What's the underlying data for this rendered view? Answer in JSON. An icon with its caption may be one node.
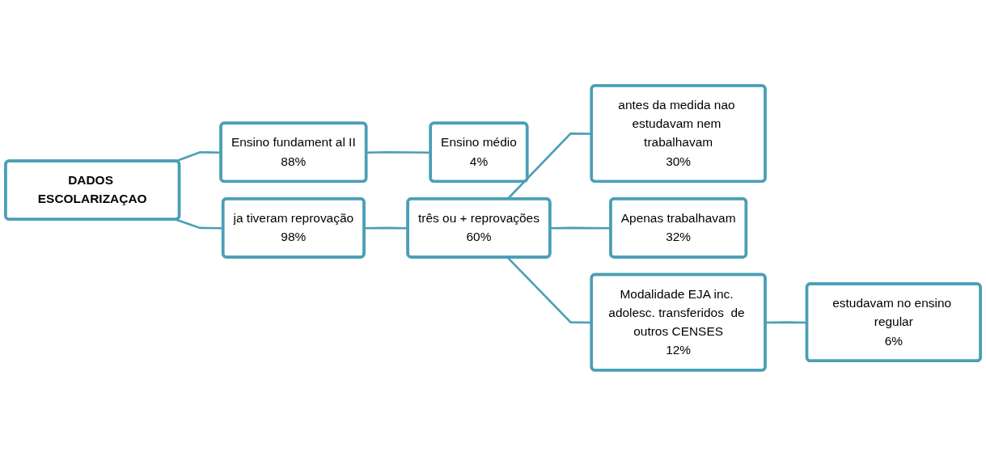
{
  "diagram": {
    "nodes": [
      {
        "text": [
          "DADOS ESCOLARIZAÇAO"
        ]
      },
      {
        "text": [
          "Ensino fundament al II",
          "88%"
        ]
      },
      {
        "text": [
          "Ensino médio",
          "4%"
        ]
      },
      {
        "text": [
          "ja tiveram reprovação",
          "98%"
        ]
      },
      {
        "text": [
          "três ou + reprovações",
          "60%"
        ]
      },
      {
        "text": [
          "antes da medida nao estudavam nem trabalhavam",
          "30%"
        ]
      },
      {
        "text": [
          "Apenas trabalhavam",
          "32%"
        ]
      },
      {
        "text": [
          "Modalidade EJA inc. adolesc. transferidos  de outros CENSES",
          "12%"
        ]
      },
      {
        "text": [
          "estudavam no ensino regular",
          "6%"
        ]
      }
    ],
    "edges": [
      {
        "from": 0,
        "to": 1,
        "arrow": "none"
      },
      {
        "from": 0,
        "to": 3,
        "arrow": "none"
      },
      {
        "from": 1,
        "to": 2,
        "arrow": "none"
      },
      {
        "from": 3,
        "to": 4,
        "arrow": "none"
      },
      {
        "from": 4,
        "to": 5,
        "arrow": "none"
      },
      {
        "from": 4,
        "to": 6,
        "arrow": "none"
      },
      {
        "from": 4,
        "to": 7,
        "arrow": "none"
      },
      {
        "from": 7,
        "to": 8,
        "arrow": "none"
      }
    ]
  }
}
